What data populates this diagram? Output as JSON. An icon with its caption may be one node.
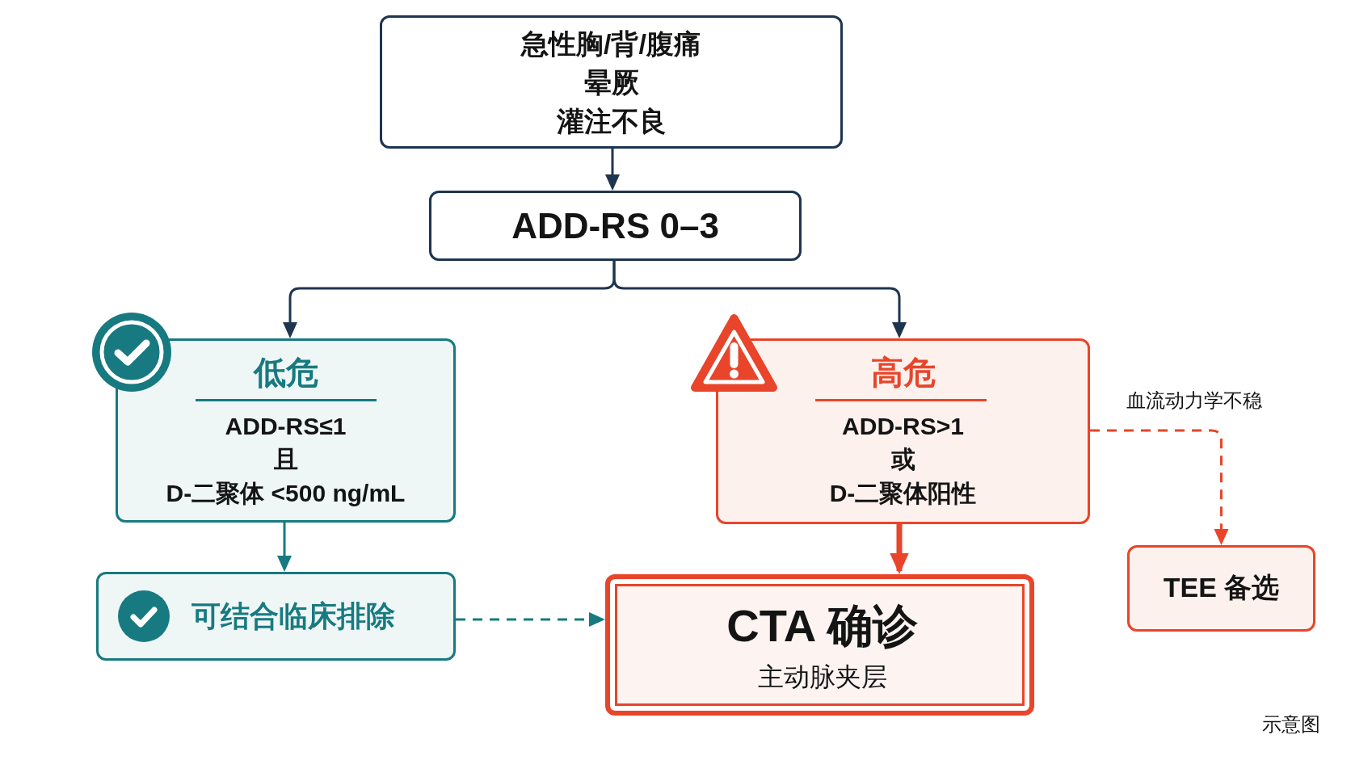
{
  "diagram": {
    "nodes": [
      {
        "text": [
          "急性胸/背/腹痛",
          "晕厥",
          "灌注不良"
        ]
      },
      {
        "text": [
          "ADD-RS 0–3"
        ]
      },
      {
        "text": [
          "低危",
          "ADD-RS≤1",
          "且",
          "D-二聚体 <500 ng/mL"
        ]
      },
      {
        "text": [
          "高危",
          "ADD-RS>1",
          "或",
          "D-二聚体阳性"
        ]
      },
      {
        "text": [
          "可结合临床排除"
        ]
      },
      {
        "text": [
          "CTA 确诊",
          "主动脉夹层"
        ]
      },
      {
        "text": [
          "TEE 备选"
        ]
      }
    ],
    "edges": [
      {
        "from": 0,
        "to": 1,
        "arrow": "to"
      },
      {
        "from": 1,
        "to": 2,
        "arrow": "to"
      },
      {
        "from": 1,
        "to": 3,
        "arrow": "to"
      },
      {
        "from": 2,
        "to": 4,
        "arrow": "to",
        "color": "#177a80"
      },
      {
        "from": 4,
        "to": 5,
        "arrow": "to",
        "style": "dashed",
        "color": "#177a80"
      },
      {
        "from": 3,
        "to": 5,
        "arrow": "to",
        "style": "thick",
        "color": "#e8452a"
      },
      {
        "from": 3,
        "to": 6,
        "arrow": "to",
        "style": "dashed",
        "color": "#e8452a",
        "label": "血流动力学不稳"
      }
    ],
    "labels": [
      "示意图"
    ]
  }
}
